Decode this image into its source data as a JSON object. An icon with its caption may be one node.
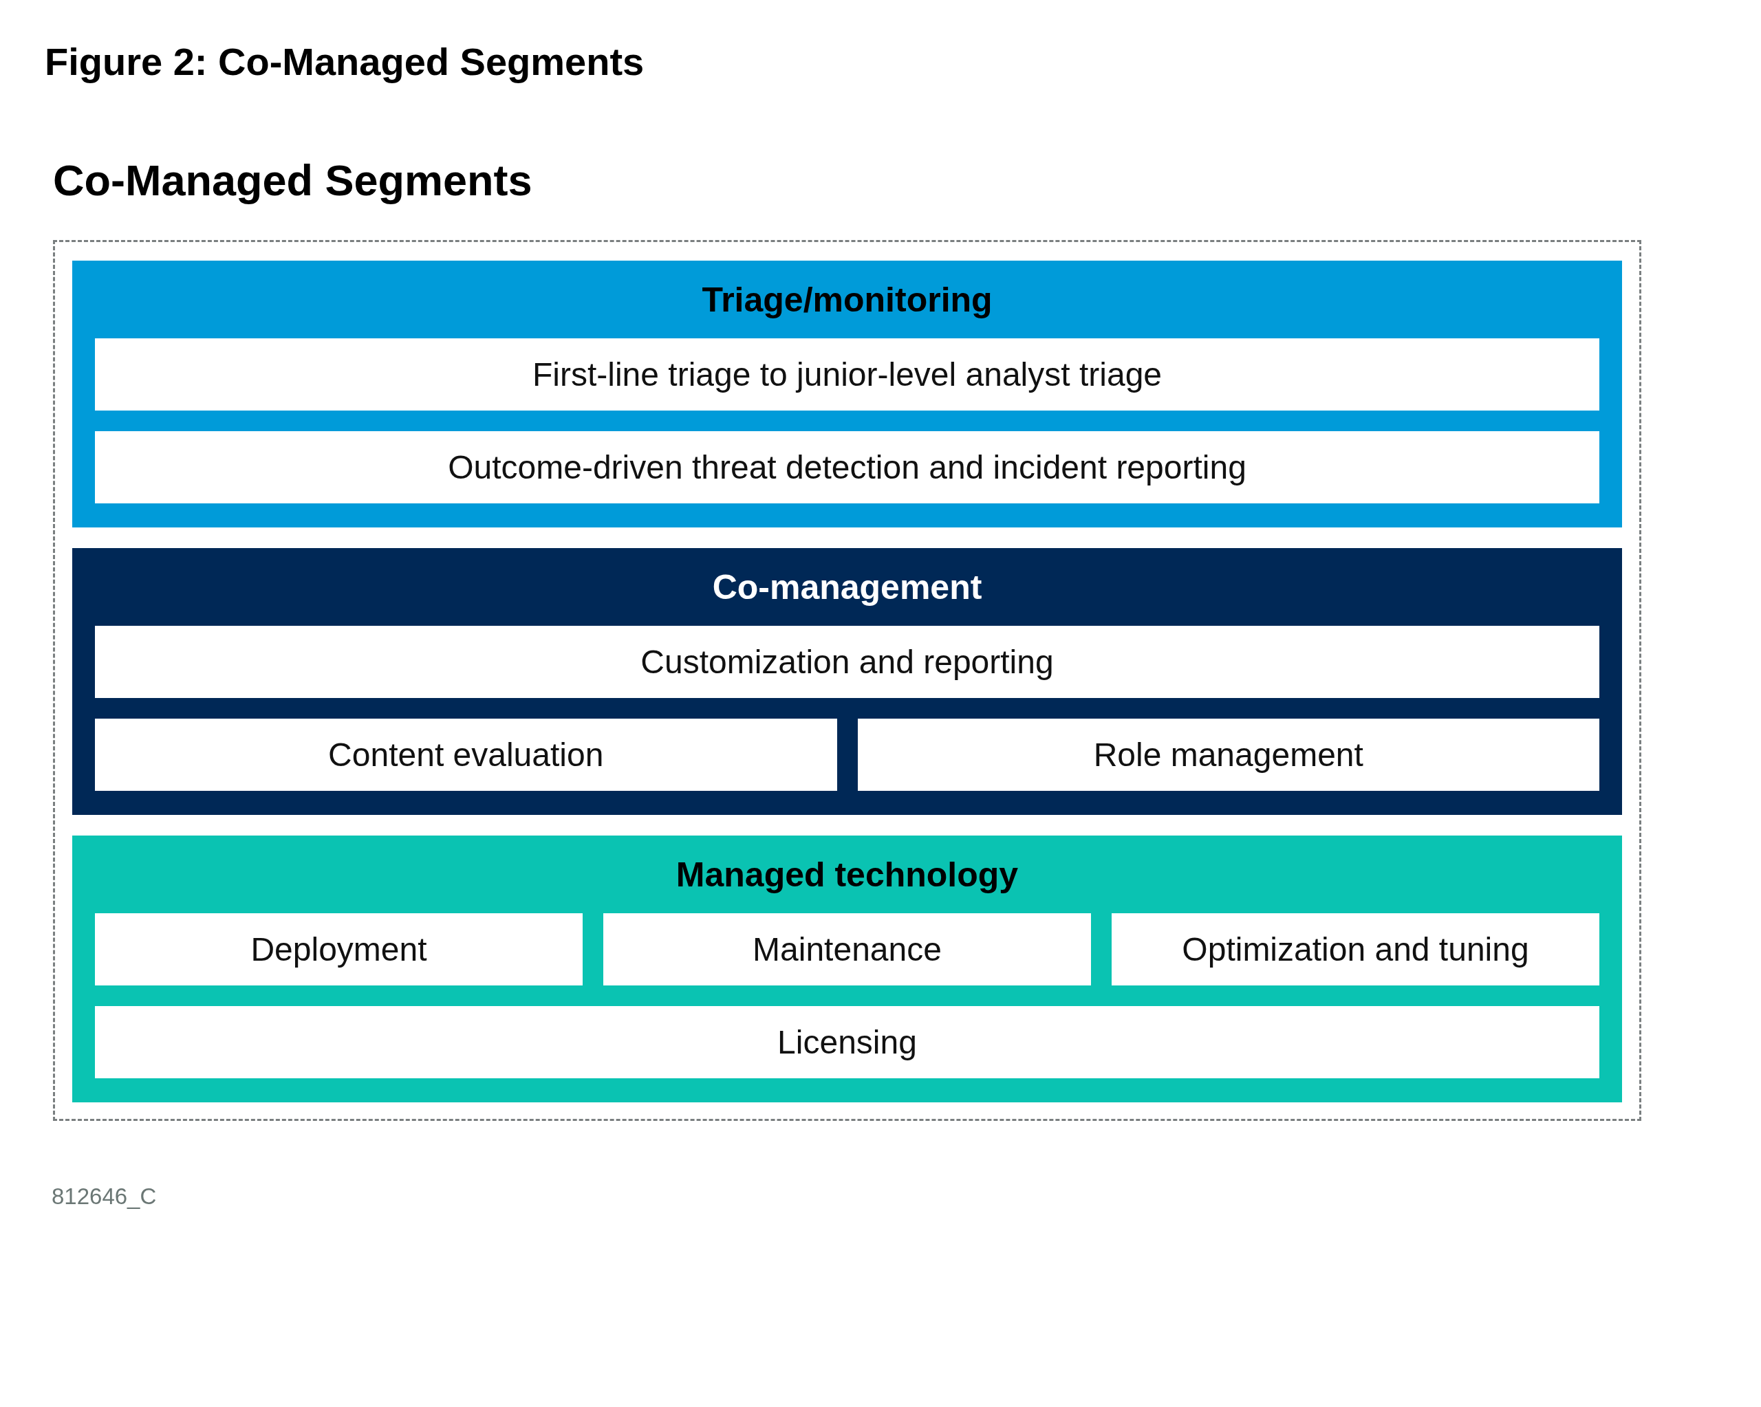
{
  "diagram": {
    "title": "Figure 2: Co-Managed Segments",
    "nodes": [
      {
        "text": [
          "Co-Managed Segments"
        ]
      },
      {
        "text": [
          "Triage/monitoring"
        ],
        "in": 0
      },
      {
        "text": [
          "First-line triage to junior-level analyst triage"
        ],
        "in": 1
      },
      {
        "text": [
          "Outcome-driven threat detection and incident reporting"
        ],
        "in": 1
      },
      {
        "text": [
          "Co-management"
        ],
        "in": 0
      },
      {
        "text": [
          "Customization and reporting"
        ],
        "in": 4
      },
      {
        "text": [
          "Content evaluation"
        ],
        "in": 4
      },
      {
        "text": [
          "Role management"
        ],
        "in": 4
      },
      {
        "text": [
          "Managed technology"
        ],
        "in": 0
      },
      {
        "text": [
          "Deployment"
        ],
        "in": 8
      },
      {
        "text": [
          "Maintenance"
        ],
        "in": 8
      },
      {
        "text": [
          "Optimization and tuning"
        ],
        "in": 8
      },
      {
        "text": [
          "Licensing"
        ],
        "in": 8
      }
    ],
    "labels": [
      "812646_C"
    ]
  }
}
